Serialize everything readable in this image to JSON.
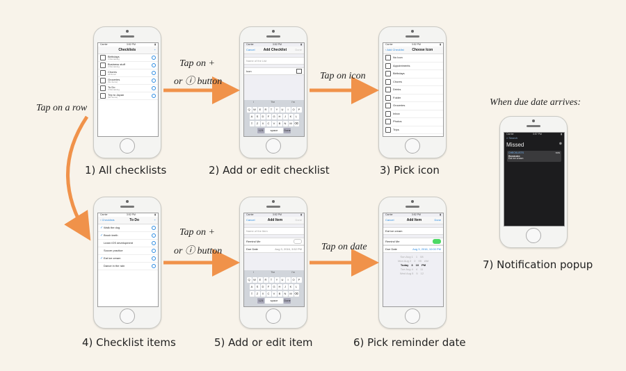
{
  "captions": {
    "c1": "1) All checklists",
    "c2": "2) Add or edit checklist",
    "c3": "3) Pick icon",
    "c4": "4) Checklist items",
    "c5": "5) Add or edit item",
    "c6": "6) Pick reminder date",
    "c7": "7) Notification popup"
  },
  "arrows": {
    "tap_plus_1a": "Tap on +",
    "tap_plus_1b": "or ⓘ button",
    "tap_icon": "Tap on icon",
    "tap_row": "Tap on a row",
    "tap_plus_2a": "Tap on +",
    "tap_plus_2b": "or ⓘ button",
    "tap_date": "Tap on date",
    "due_date": "When due date arrives:"
  },
  "screens": {
    "s1": {
      "title": "Checklists",
      "right": "+",
      "rows": [
        {
          "name": "Birthdays",
          "sub": "3 Remaining"
        },
        {
          "name": "Business stuff",
          "sub": "2 Remaining"
        },
        {
          "name": "Chores",
          "sub": "All Done!"
        },
        {
          "name": "Groceries",
          "sub": "(No Items)"
        },
        {
          "name": "To Do",
          "sub": "3 Remaining"
        },
        {
          "name": "Trip to Japan",
          "sub": "(No Items)"
        }
      ]
    },
    "s2": {
      "left": "Cancel",
      "title": "Add Checklist",
      "right": "Done",
      "placeholder": "Name of the List",
      "icon_label": "Icon",
      "suggestions": [
        "I",
        "The",
        "I'm"
      ],
      "keys_row1": [
        "Q",
        "W",
        "E",
        "R",
        "T",
        "Y",
        "U",
        "I",
        "O",
        "P"
      ],
      "keys_row2": [
        "A",
        "S",
        "D",
        "F",
        "G",
        "H",
        "J",
        "K",
        "L"
      ],
      "keys_row3": [
        "Z",
        "X",
        "C",
        "V",
        "B",
        "N",
        "M"
      ],
      "space": "space",
      "done": "Done",
      "num": "123"
    },
    "s3": {
      "left": "Add Checklist",
      "title": "Choose Icon",
      "rows": [
        "No Icon",
        "Appointments",
        "Birthdays",
        "Chores",
        "Drinks",
        "Folder",
        "Groceries",
        "Inbox",
        "Photos",
        "Trips"
      ]
    },
    "s4": {
      "left": "Checklists",
      "title": "To Do",
      "right": "+",
      "rows": [
        {
          "name": "Walk the dog",
          "checked": true
        },
        {
          "name": "Brush teeth",
          "checked": true
        },
        {
          "name": "Learn iOS development",
          "checked": false
        },
        {
          "name": "Soccer practice",
          "checked": false
        },
        {
          "name": "Eat ice cream",
          "checked": true
        },
        {
          "name": "Dance in the rain",
          "checked": false
        }
      ]
    },
    "s5": {
      "left": "Cancel",
      "title": "Add Item",
      "right": "Done",
      "placeholder": "Name of the Item",
      "remind": "Remind Me",
      "due": "Due Date",
      "due_value": "Aug 3, 2016, 3:52 PM",
      "suggestions": [
        "I",
        "The",
        "I'm"
      ],
      "space": "space",
      "done": "Done",
      "num": "123"
    },
    "s6": {
      "left": "Cancel",
      "title": "Add Item",
      "right": "Done",
      "item": "Eat ice cream",
      "remind": "Remind Me",
      "due": "Due Date",
      "due_value": "Aug 3, 2016, 10:00 PM",
      "picker": [
        {
          "d": "Sun Aug 1",
          "h": "1",
          "m": "08",
          "ap": ""
        },
        {
          "d": "Mon Aug 2",
          "h": "2",
          "m": "09",
          "ap": "AM"
        },
        {
          "d": "Today",
          "h": "3",
          "m": "10",
          "ap": "PM"
        },
        {
          "d": "Tue Aug 4",
          "h": "4",
          "m": "11",
          "ap": ""
        },
        {
          "d": "Wed Aug 5",
          "h": "5",
          "m": "12",
          "ap": ""
        }
      ]
    },
    "s7": {
      "search": "Search",
      "missed": "Missed",
      "app": "CHECKLISTS",
      "when": "now",
      "reminder": "Reminder:",
      "body": "Eat ice cream"
    }
  },
  "colors": {
    "background": "#f8f3ea",
    "arrow": "#f0924a",
    "ios_blue": "#2a8ae0"
  }
}
